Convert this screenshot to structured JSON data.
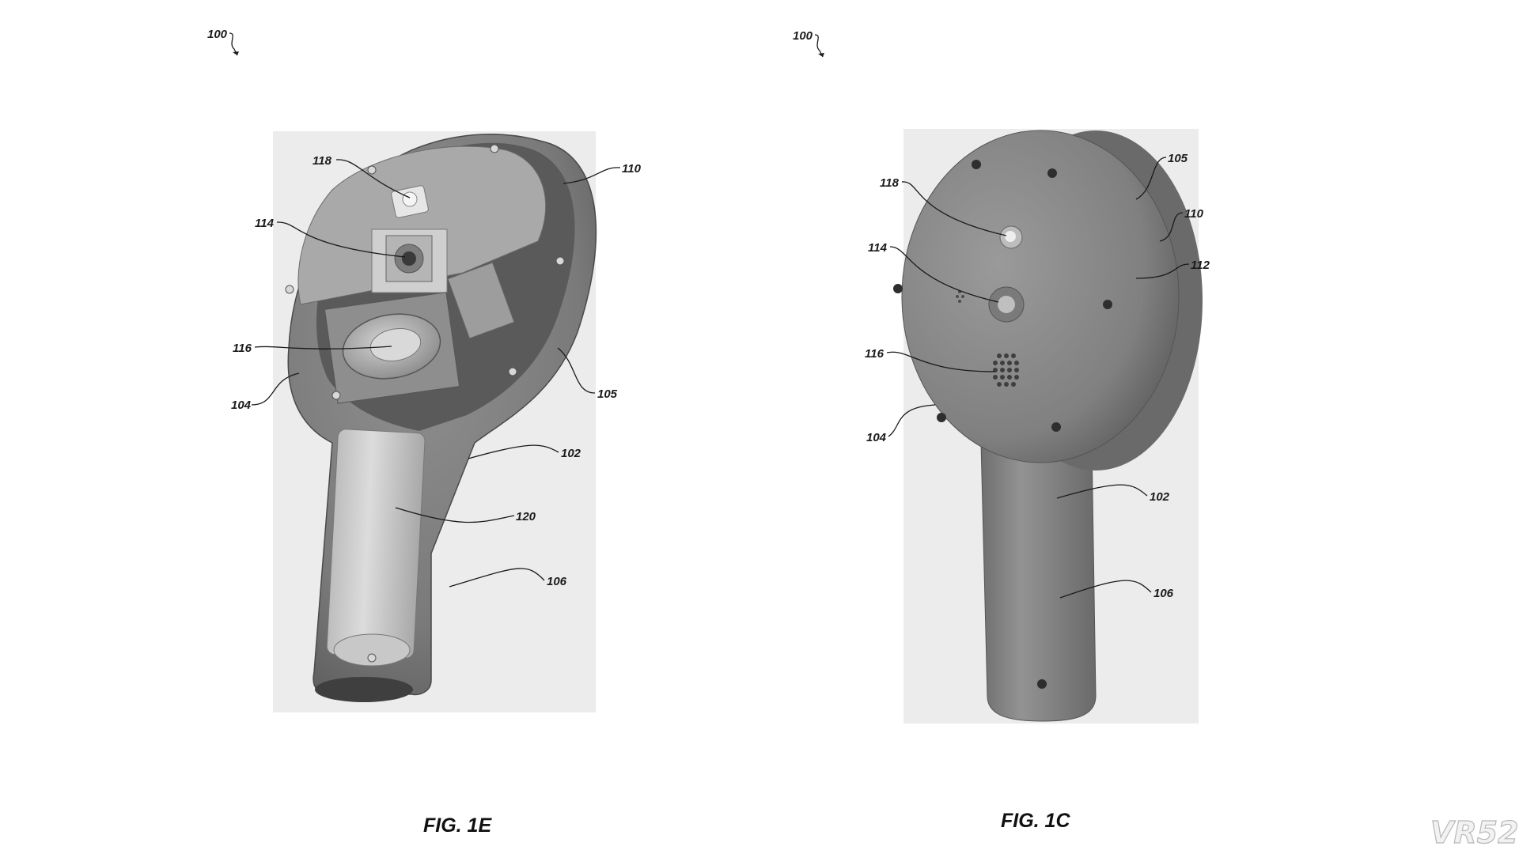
{
  "figures": [
    {
      "id": "fig-1e",
      "caption": "FIG. 1E",
      "labels": {
        "device": "100",
        "l118": "118",
        "l110": "110",
        "l114": "114",
        "l116": "116",
        "l104": "104",
        "l105": "105",
        "l102": "102",
        "l120": "120",
        "l106": "106"
      }
    },
    {
      "id": "fig-1c",
      "caption": "FIG. 1C",
      "labels": {
        "device": "100",
        "l118": "118",
        "l105": "105",
        "l110": "110",
        "l114": "114",
        "l112": "112",
        "l116": "116",
        "l104": "104",
        "l102": "102",
        "l106": "106"
      }
    }
  ],
  "watermark": "VR52"
}
